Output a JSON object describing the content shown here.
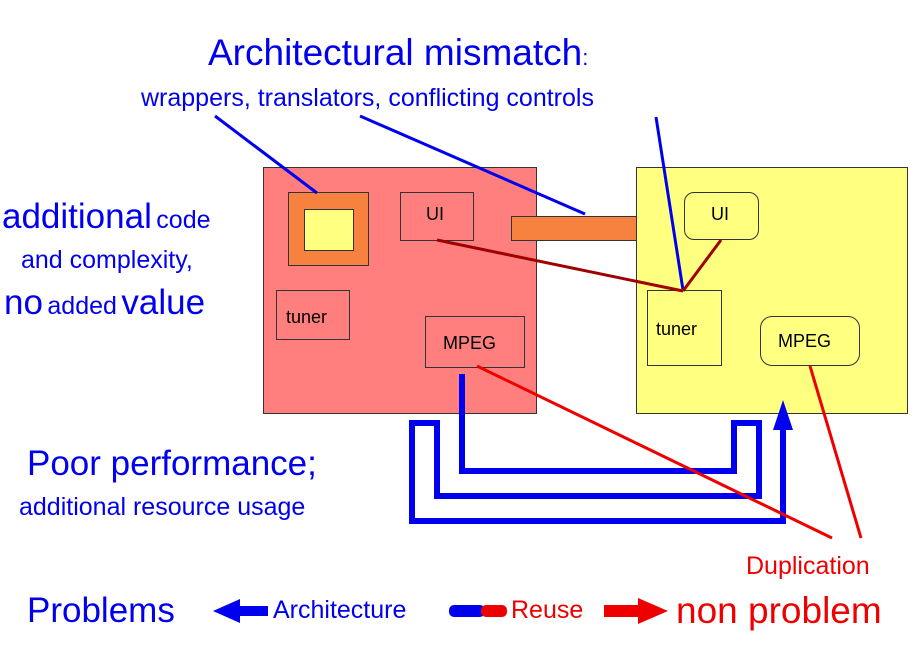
{
  "title": {
    "main": "Architectural mismatch",
    "colon": ":",
    "subtitle": "wrappers, translators, conflicting controls"
  },
  "left_note": {
    "line1_big": "additional",
    "line1_small": "code",
    "line2": "and complexity,",
    "line3_big1": "no",
    "line3_small": "added",
    "line3_big2": "value"
  },
  "performance": {
    "line1": "Poor performance;",
    "line2": "additional resource usage"
  },
  "left_system": {
    "ui_label": "UI",
    "tuner_label": "tuner",
    "mpeg_label": "MPEG"
  },
  "right_system": {
    "ui_label": "UI",
    "tuner_label": "tuner",
    "mpeg_label": "MPEG"
  },
  "duplication_label": "Duplication",
  "legend": {
    "problems": "Problems",
    "architecture": "Architecture",
    "reuse": "Reuse",
    "non_problem": "non problem"
  },
  "colors": {
    "left_system_fill": "#ff7f7f",
    "right_system_fill": "#ffff80",
    "connector_orange": "#f7813e",
    "architecture_blue": "#0000ee",
    "reuse_red": "#ee0000",
    "link_darkred": "#a00000"
  }
}
